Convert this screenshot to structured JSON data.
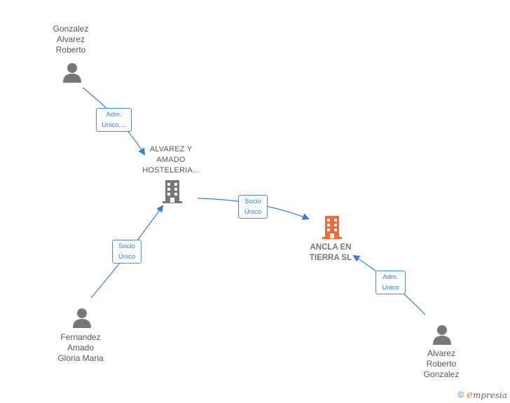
{
  "nodes": {
    "person_gonzalez": {
      "label": "Gonzalez\nAlvarez\nRoberto"
    },
    "company_alvarez": {
      "label": "ALVAREZ Y\nAMADO\nHOSTELERIA..."
    },
    "company_ancla": {
      "label": "ANCLA EN\nTIERRA  SL"
    },
    "person_fernandez": {
      "label": "Fernandez\nAmado\nGloria Maria"
    },
    "person_alvarez": {
      "label": "Alvarez\nRoberto\nGonzalez"
    }
  },
  "edges": {
    "gonzalez_to_alvarez": {
      "label": "Adm.\nUnico,..."
    },
    "alvarez_to_ancla": {
      "label": "Socio\nÚnico"
    },
    "fernandez_to_alvarez": {
      "label": "Socio\nÚnico"
    },
    "alvarez_person_to_ancla": {
      "label": "Adm.\nUnico"
    }
  },
  "colors": {
    "edge": "#3a7bd5",
    "person_icon": "#777777",
    "company_icon": "#777777",
    "main_company_icon": "#f26a3a"
  },
  "footer": {
    "copyright": "©",
    "brand_first": "e",
    "brand_rest": "mpresia"
  }
}
